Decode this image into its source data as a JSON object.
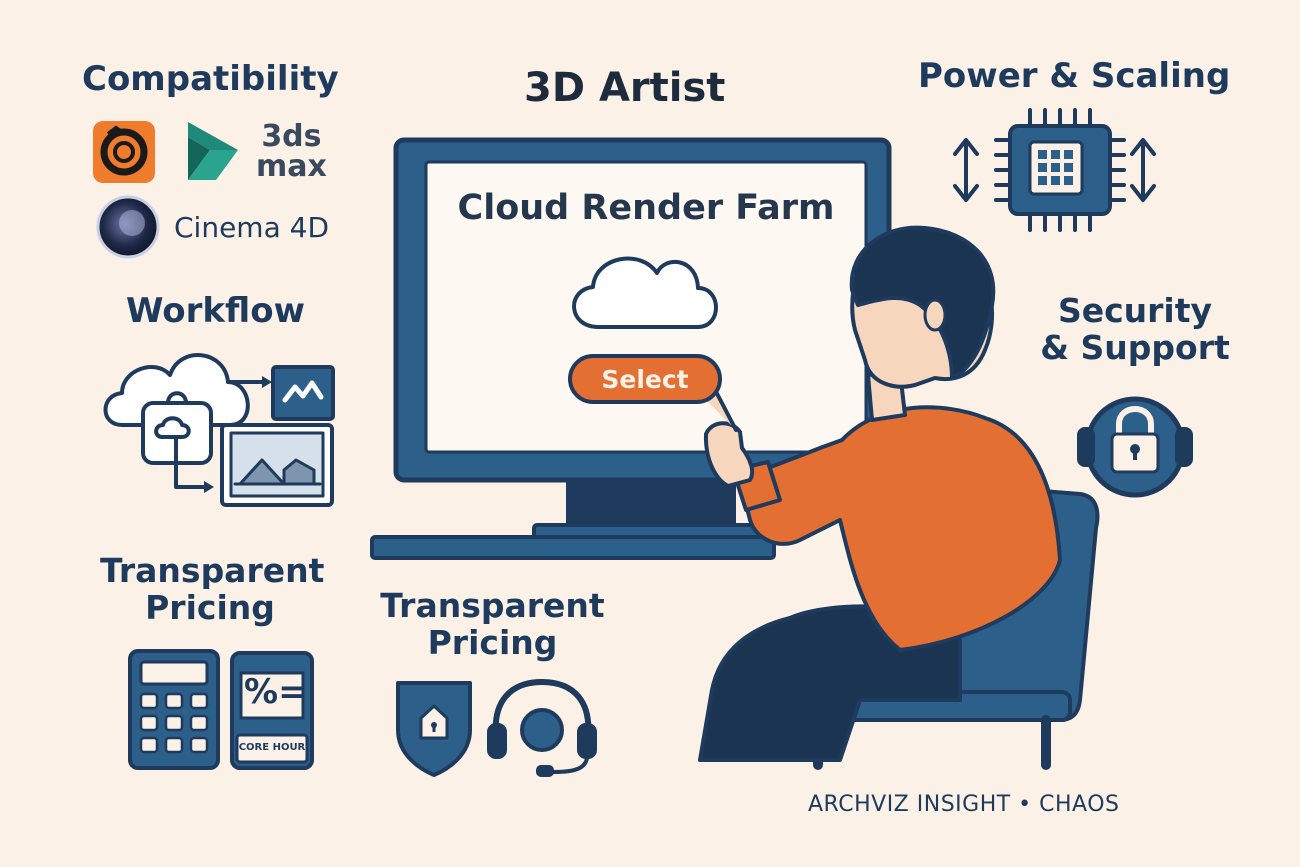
{
  "header": {
    "title": "3D Artist"
  },
  "compatibility": {
    "heading": "Compatibility",
    "apps": [
      {
        "label": "3ds\nmax",
        "line1": "3ds",
        "line2": "max",
        "icon": "3dsmax-logo-icon"
      },
      {
        "label": "Cinema 4D",
        "icon": "cinema4d-logo-icon"
      }
    ],
    "extra_icon": "corona-logo-icon"
  },
  "workflow": {
    "heading": "Workflow",
    "icon": "cloud-workflow-icon"
  },
  "pricing_left": {
    "heading_line1": "Transparent",
    "heading_line2": "Pricing",
    "badge_symbol": "%=",
    "badge_label": "CORE HOUR"
  },
  "pricing_center": {
    "heading_line1": "Transparent",
    "heading_line2": "Pricing"
  },
  "monitor": {
    "screen_title": "Cloud Render Farm",
    "button_label": "Select"
  },
  "power": {
    "heading": "Power & Scaling",
    "icon": "cpu-chip-icon"
  },
  "security": {
    "heading_line1": "Security",
    "heading_line2": "& Support",
    "icon": "padlock-headset-icon"
  },
  "footer": {
    "credit": "ARCHVIZ INSIGHT • CHAOS"
  },
  "colors": {
    "background": "#fbf1e7",
    "navy": "#1e3a5c",
    "steel_blue": "#2d5f8b",
    "orange": "#e46f32",
    "teal": "#1f8a7a"
  }
}
